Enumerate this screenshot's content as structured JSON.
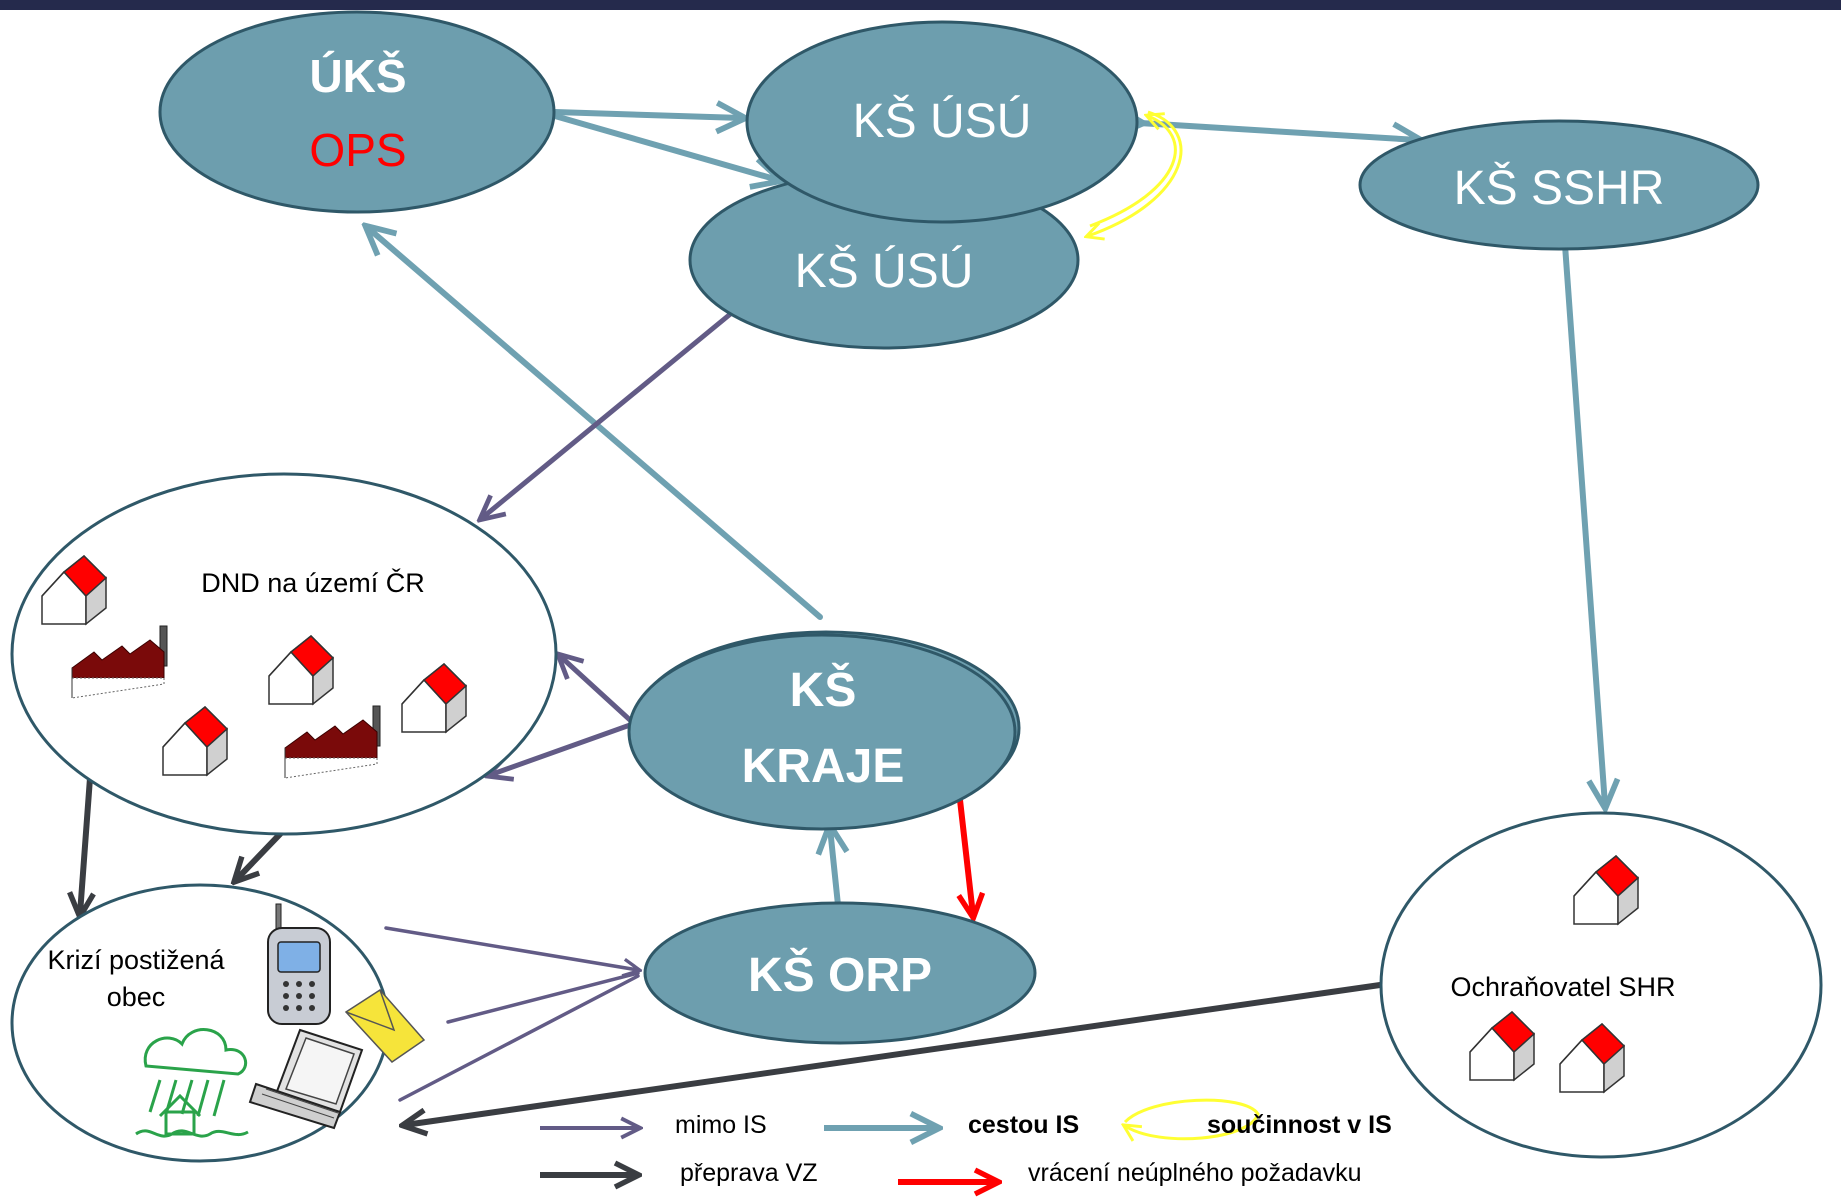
{
  "nodes": {
    "uks": {
      "line1": "ÚKŠ",
      "line2": "OPS"
    },
    "ks_usu_front": "KŠ ÚSÚ",
    "ks_usu_back": "KŠ ÚSÚ",
    "ks_sshr": "KŠ SSHR",
    "ks_kraje": {
      "line1": "KŠ",
      "line2": "KRAJE"
    },
    "ks_orp": "KŠ ORP",
    "dnd": "DND na území ČR",
    "obec": {
      "line1": "Krizí postižená",
      "line2": "obec"
    },
    "ochranovatel": "Ochraňovatel SHR"
  },
  "legend": {
    "mimo_is": "mimo IS",
    "cestou_is": "cestou IS",
    "soucinnost": "součinnost v IS",
    "preprava": "přeprava VZ",
    "vraceni": "vrácení neúplného požadavku"
  },
  "colors": {
    "node_fill": "#6d9eae",
    "node_stroke": "#2f5868",
    "arrow_is": "#6fa1b1",
    "arrow_mimo": "#625b86",
    "arrow_preprava": "#3a3d42",
    "arrow_red": "#ff0000",
    "arrow_yellow": "#ffff33",
    "ops_red": "#ff0000",
    "roof_red": "#ff0000",
    "factory": "#7a0a0a"
  },
  "icons": [
    "house-icon",
    "factory-icon",
    "phone-icon",
    "envelope-icon",
    "laptop-icon",
    "storm-icon"
  ]
}
